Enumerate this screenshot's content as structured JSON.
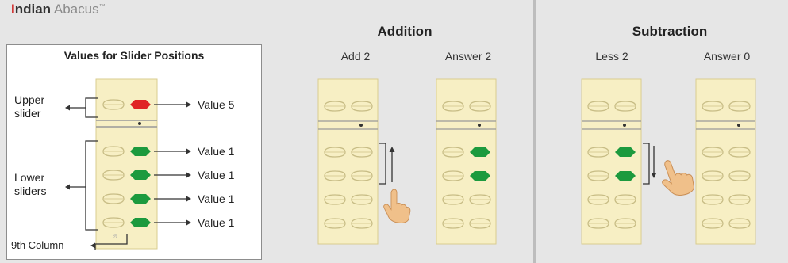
{
  "brand": {
    "letter": "I",
    "rest_bold": "ndian",
    "rest": " Abacus",
    "tm": "™"
  },
  "legend": {
    "title": "Values for Slider Positions",
    "upper_slider": "Upper slider",
    "lower_sliders": "Lower sliders",
    "column_label": "9th Column",
    "values": [
      "Value 5",
      "Value 1",
      "Value 1",
      "Value 1",
      "Value 1"
    ]
  },
  "addition": {
    "title": "Addition",
    "step_label": "Add 2",
    "answer_label": "Answer 2"
  },
  "subtraction": {
    "title": "Subtraction",
    "step_label": "Less 2",
    "answer_label": "Answer 0"
  },
  "colors": {
    "frame": "#f7efc4",
    "frame_border": "#d9cc8f",
    "bead_outline": "#c8bd86",
    "active_upper": "#e02424",
    "active_lower": "#1c9a3e",
    "hand": "#f0c08a"
  }
}
